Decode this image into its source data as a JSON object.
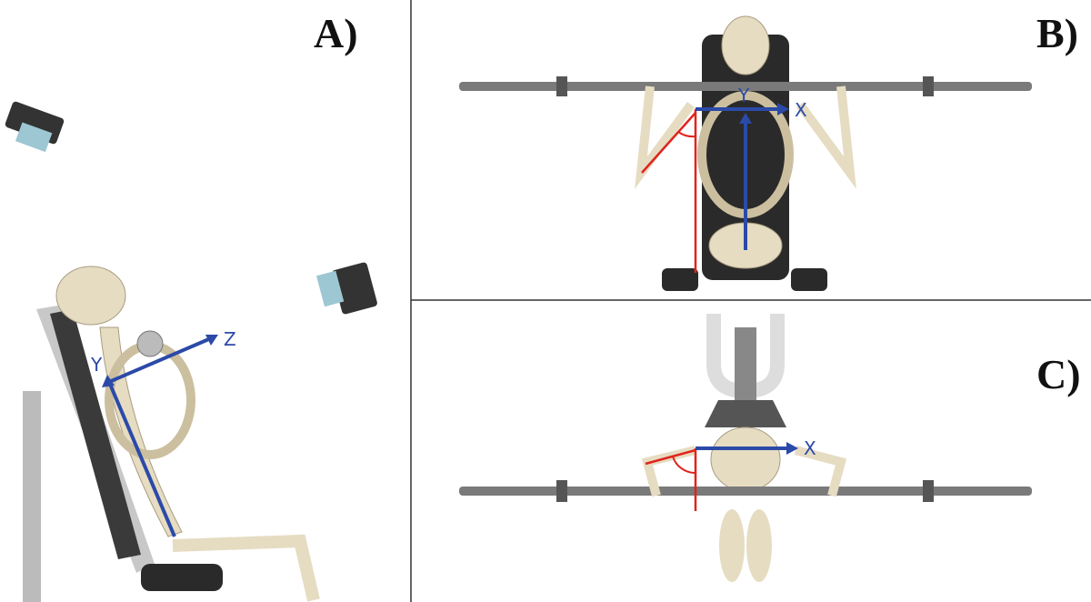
{
  "panels": [
    {
      "label": "A)",
      "axes": [
        "Z",
        "Y"
      ]
    },
    {
      "label": "B)",
      "axes": [
        "Y",
        "X"
      ]
    },
    {
      "label": "C)",
      "axes": [
        "X"
      ]
    }
  ],
  "colors": {
    "axis": "#2b4aa8",
    "angle": "#e0241b",
    "bone": "#e6dcc2",
    "bench": "#2a2a2a",
    "bar": "#7a7a7a"
  }
}
